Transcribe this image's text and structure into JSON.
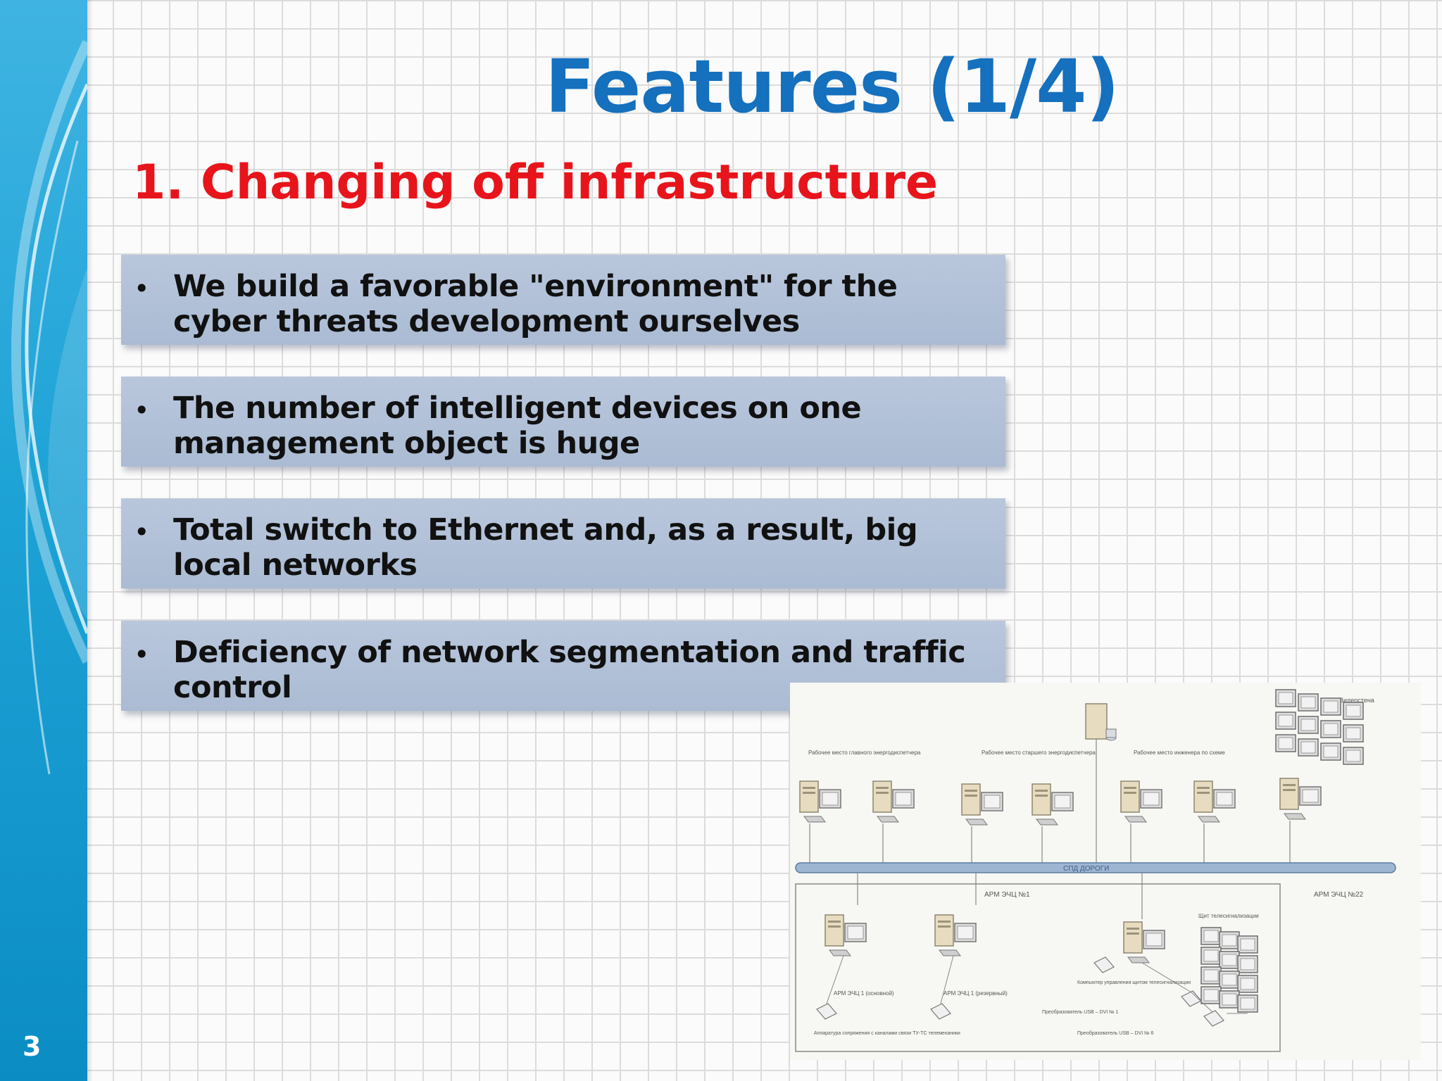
{
  "slide": {
    "title": "Features (1/4)",
    "subtitle": "1. Changing off infrastructure",
    "page_number": "3",
    "bullets": [
      "We build a favorable \"environment\" for the cyber threats  development ourselves",
      "The number of intelligent devices on one management object is huge",
      "Total switch to Ethernet and, as a result, big local networks",
      "Deficiency of network segmentation and traffic control"
    ],
    "bullet_symbol": "•"
  },
  "diagram": {
    "labels": {
      "wall_top": "Видеостена",
      "ws_chief": "Рабочее место главного энергодиспетчера",
      "ws_senior": "Рабочее место старшего энергодиспетчера",
      "ws_engineer": "Рабочее место инженера по схеме",
      "bus": "СПД ДОРОГИ",
      "arm1": "АРМ ЭЧЦ №1",
      "arm22": "АРМ ЭЧЦ №22",
      "panel": "Щит телесигнализации",
      "arm_main": "АРМ ЭЧЦ 1 (основной)",
      "arm_reserve": "АРМ ЭЧЦ 1 (резервный)",
      "ctrl_pc": "Компьютер управления щитом телесигнализации",
      "usb1": "Преобразователь USB – DVI № 1",
      "usb6": "Преобразователь USB – DVI № 6",
      "equipment": "Аппаратура сопряжения с каналами связи ТУ-ТС телемеханики"
    }
  },
  "colors": {
    "title": "#1570be",
    "subtitle": "#e8141b",
    "sidebar": "#1ea3d6",
    "bullet_box": "#b0bfd6"
  }
}
